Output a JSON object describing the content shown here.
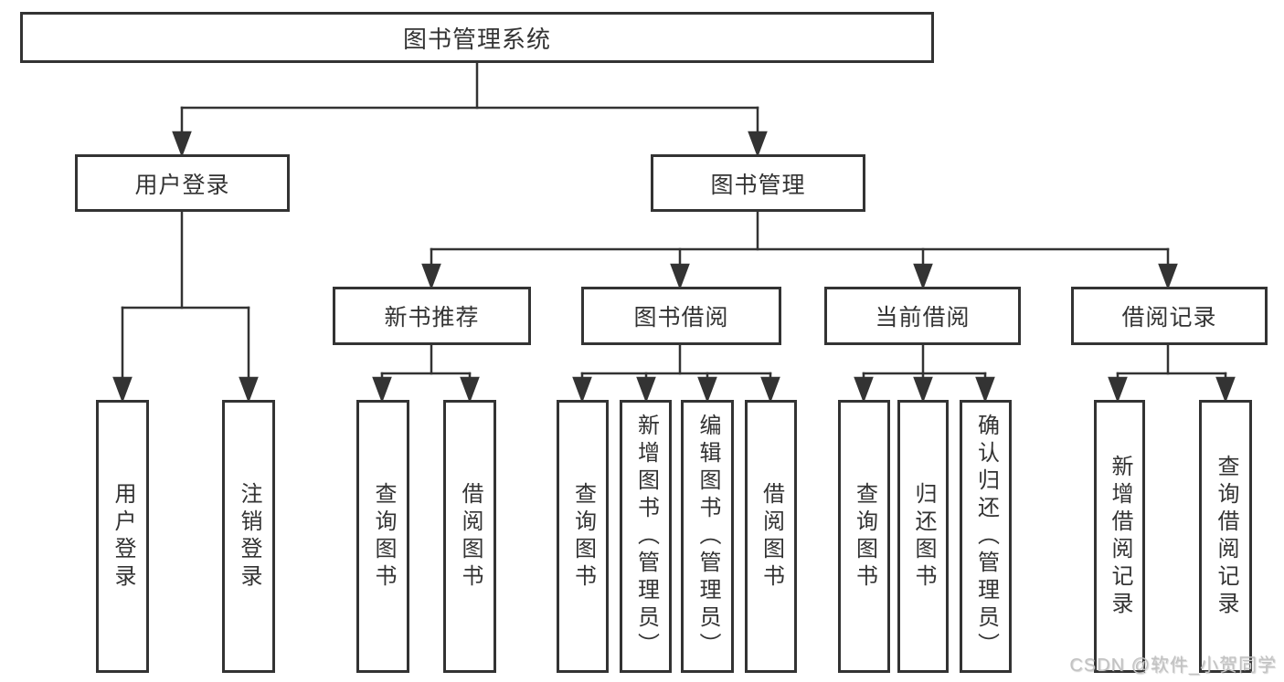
{
  "tree": {
    "root": "图书管理系统",
    "branches": [
      {
        "label": "用户登录",
        "children": [
          "用户登录",
          "注销登录"
        ]
      },
      {
        "label": "图书管理",
        "groups": [
          {
            "label": "新书推荐",
            "children": [
              "查询图书",
              "借阅图书"
            ]
          },
          {
            "label": "图书借阅",
            "children": [
              "查询图书",
              "新增图书（管理员）",
              "编辑图书（管理员）",
              "借阅图书"
            ]
          },
          {
            "label": "当前借阅",
            "children": [
              "查询图书",
              "归还图书",
              "确认归还（管理员）"
            ]
          },
          {
            "label": "借阅记录",
            "children": [
              "新增借阅记录",
              "查询借阅记录"
            ]
          }
        ]
      }
    ]
  },
  "watermark": {
    "text": "CSDN @软件_小贺同学"
  },
  "colors": {
    "line": "#333333",
    "border": "#333333",
    "text": "#333333",
    "watermark": "#c2c2c2",
    "background": "#ffffff"
  }
}
